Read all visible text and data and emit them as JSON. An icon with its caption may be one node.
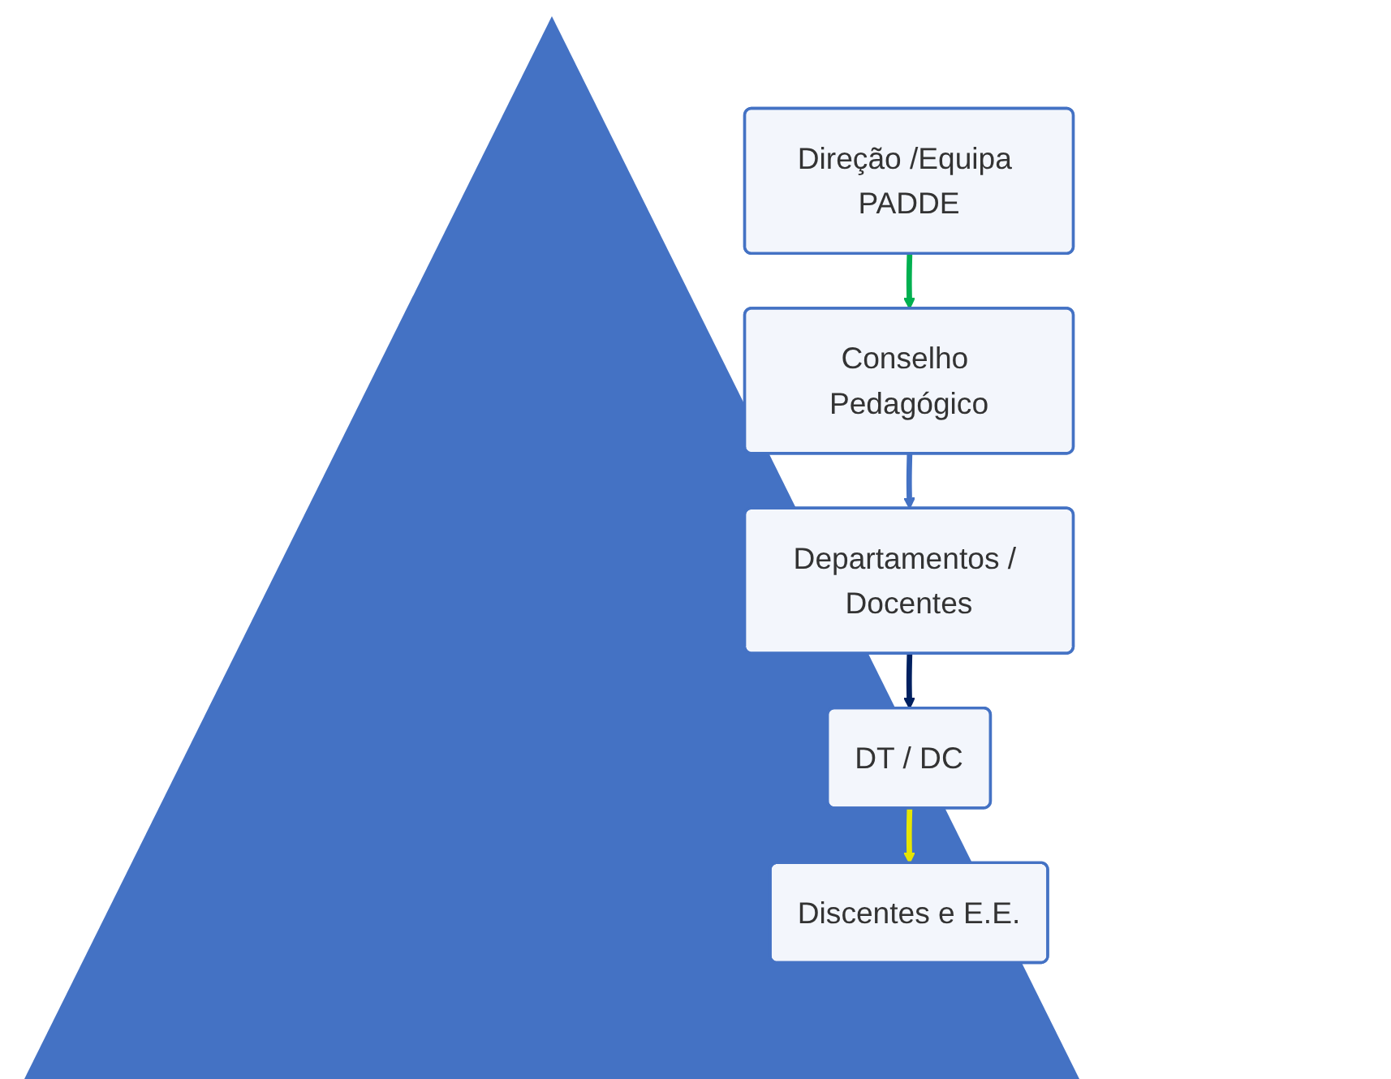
{
  "diagram": {
    "nodes": [
      {
        "text": [
          "Direção /Equipa PADDE"
        ]
      },
      {
        "text": [
          "Conselho Pedagógico"
        ]
      },
      {
        "text": [
          "Departamentos / Docentes"
        ]
      },
      {
        "text": [
          "DT / DC"
        ]
      },
      {
        "text": [
          "Discentes e E.E."
        ]
      }
    ],
    "edges": [
      {
        "from": 0,
        "to": 1,
        "arrow": "to",
        "color": "#00b050"
      },
      {
        "from": 1,
        "to": 2,
        "arrow": "to",
        "color": "#4472c4"
      },
      {
        "from": 2,
        "to": 3,
        "arrow": "to",
        "color": "#002060"
      },
      {
        "from": 3,
        "to": 4,
        "arrow": "to",
        "color": "#e6e600"
      }
    ]
  }
}
